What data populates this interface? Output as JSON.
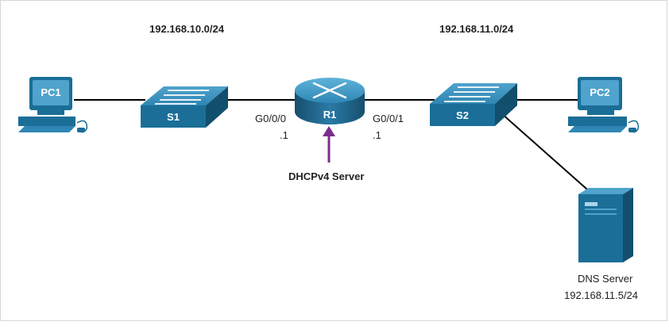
{
  "networks": {
    "left_subnet": "192.168.10.0/24",
    "right_subnet": "192.168.11.0/24"
  },
  "devices": {
    "pc1": "PC1",
    "pc2": "PC2",
    "s1": "S1",
    "s2": "S2",
    "r1": "R1",
    "dns_label": "DNS Server",
    "dns_ip": "192.168.11.5/24"
  },
  "interfaces": {
    "left_if": "G0/0/0",
    "left_ip": ".1",
    "right_if": "G0/0/1",
    "right_ip": ".1"
  },
  "annotation": {
    "dhcp_label": "DHCPv4 Server"
  },
  "colors": {
    "device_blue": "#1a6e97",
    "device_light": "#4fa3cc",
    "arrow_purple": "#7b2d8e",
    "link_black": "#000000"
  }
}
